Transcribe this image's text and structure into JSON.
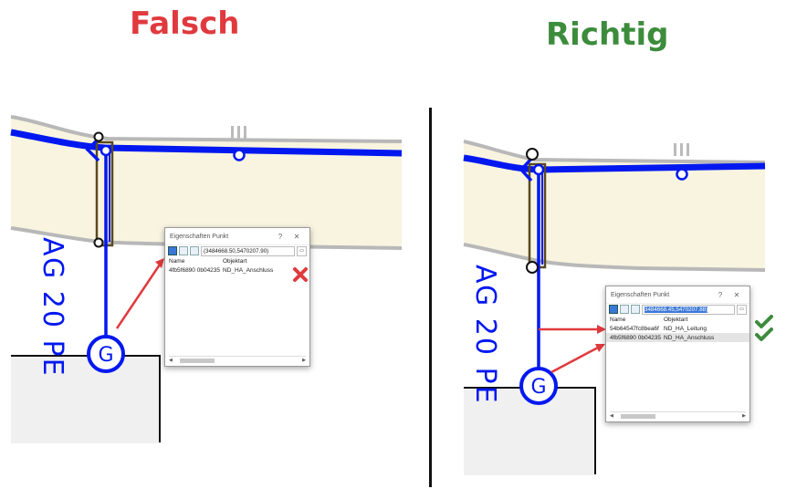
{
  "headings": {
    "wrong": "Falsch",
    "right": "Richtig",
    "wrong_color": "#e03a3e",
    "right_color": "#3c8c3c"
  },
  "map_label": "AG 20 PE",
  "node_label": "G",
  "colors": {
    "pipe": "#0018f0",
    "road_fill": "#f8f4e0",
    "road_edge": "#b8b8b8",
    "building": "#f0f0f0",
    "arrow": "#e03a3e",
    "check": "#3c8c3c"
  },
  "dialog_left": {
    "title": "Eigenschaften Punkt",
    "help": "?",
    "close": "✕",
    "coordinate": "(3484668.50,5470207.90)",
    "col_name": "Name",
    "col_type": "Objektart",
    "rows": [
      {
        "name": "4fb5f6890 0b04235",
        "type": "ND_HA_Anschluss"
      }
    ],
    "marker": "cross-icon"
  },
  "dialog_right": {
    "title": "Eigenschaften Punkt",
    "help": "?",
    "close": "✕",
    "coordinate": "3484668.45,5470207.88)",
    "col_name": "Name",
    "col_type": "Objektart",
    "rows": [
      {
        "name": "54b64547fc8bea6f",
        "type": "ND_HA_Leitung"
      },
      {
        "name": "4fb5f6890 0b04235",
        "type": "ND_HA_Anschluss"
      }
    ],
    "marker": "check-icon"
  }
}
